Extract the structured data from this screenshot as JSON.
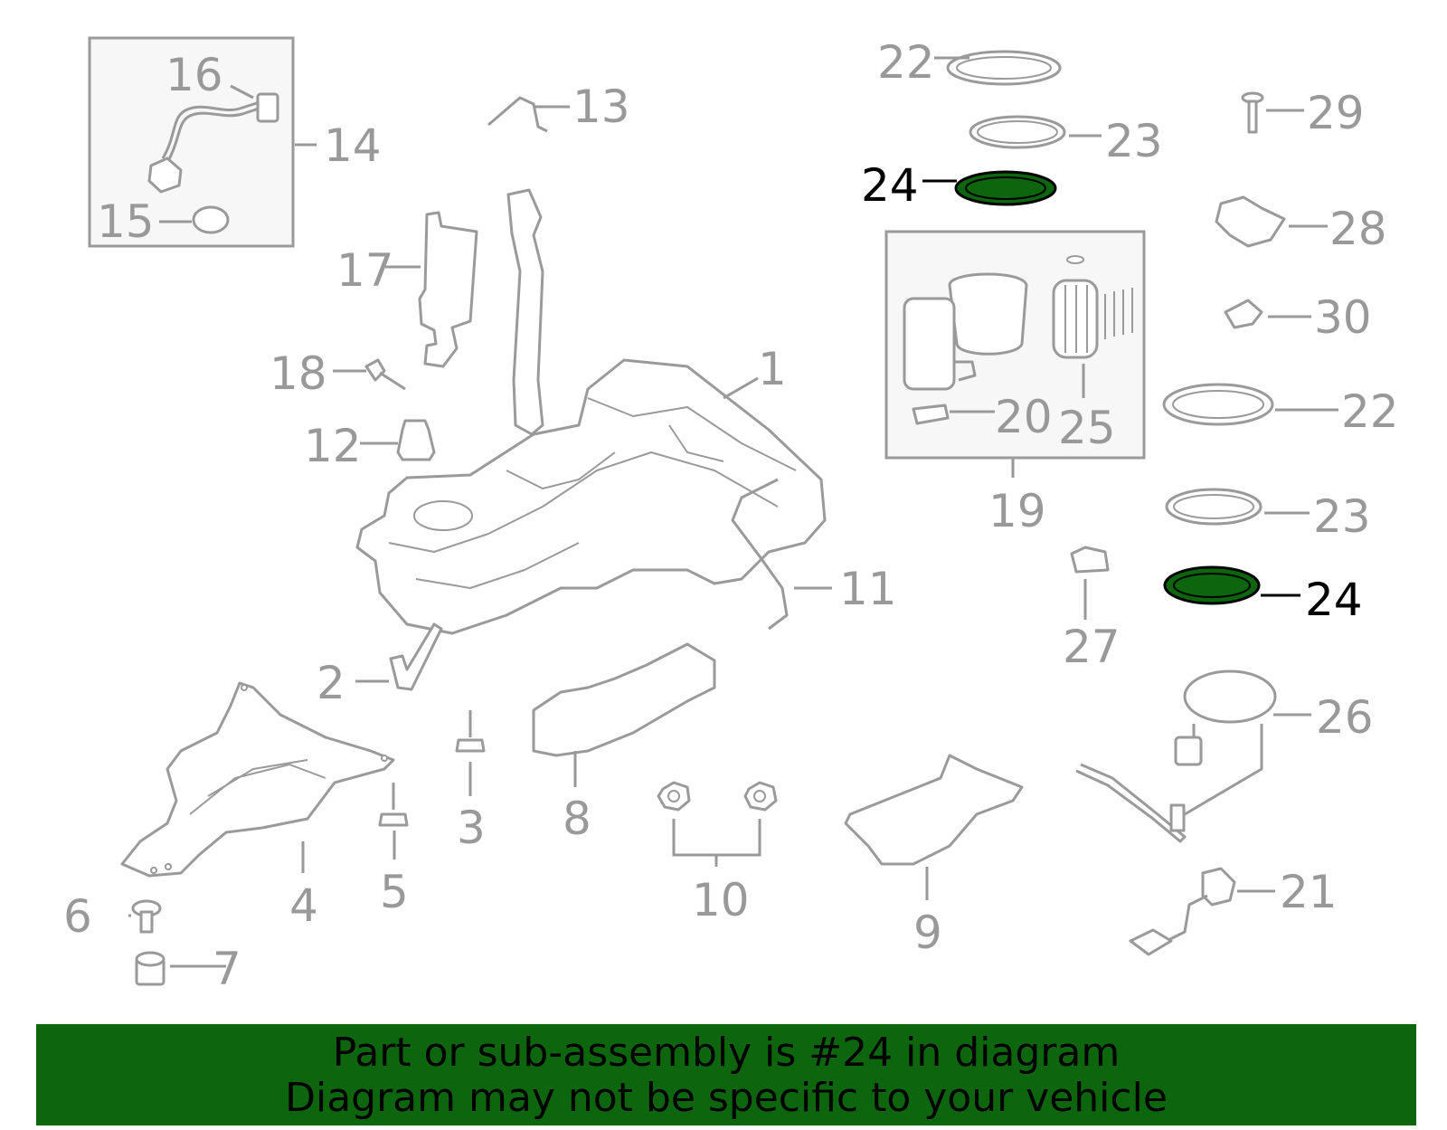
{
  "colors": {
    "part_gray": "#9a9a9a",
    "highlight_fill": "#0d650d",
    "banner_bg": "#0d650d",
    "text_black": "#000000"
  },
  "banner": {
    "line1": "Part or sub-assembly is #24 in diagram",
    "line2": "Diagram may not be specific to your vehicle"
  },
  "highlighted_part": "24",
  "callouts": {
    "c1": "1",
    "c2": "2",
    "c3": "3",
    "c4": "4",
    "c5": "5",
    "c6": "6",
    "c7": "7",
    "c8": "8",
    "c9": "9",
    "c10": "10",
    "c11": "11",
    "c12": "12",
    "c13": "13",
    "c14": "14",
    "c15": "15",
    "c16": "16",
    "c17": "17",
    "c18": "18",
    "c19": "19",
    "c20": "20",
    "c21": "21",
    "c22a": "22",
    "c22b": "22",
    "c23a": "23",
    "c23b": "23",
    "c24a": "24",
    "c24b": "24",
    "c25": "25",
    "c26": "26",
    "c27": "27",
    "c28": "28",
    "c29": "29",
    "c30": "30"
  }
}
